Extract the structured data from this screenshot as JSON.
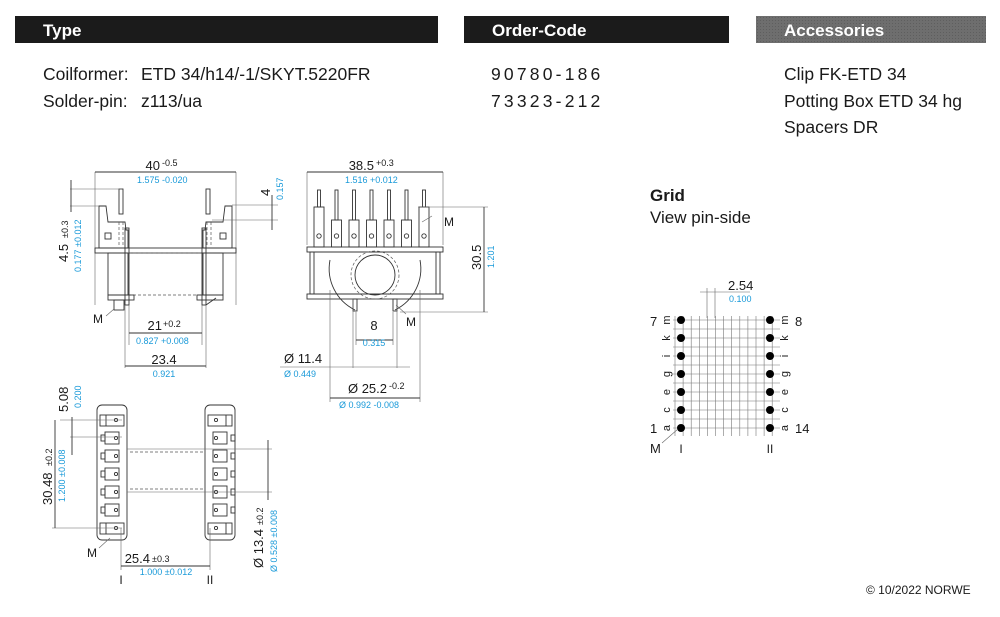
{
  "headers": {
    "type": "Type",
    "order_code": "Order-Code",
    "accessories": "Accessories"
  },
  "type_info": {
    "coilformer_label": "Coilformer:",
    "coilformer_value": "ETD 34/h14/-1/SKYT.5220FR",
    "solder_pin_label": "Solder-pin:",
    "solder_pin_value": "z113/ua"
  },
  "order_codes": [
    "90780-186",
    "73323-212"
  ],
  "accessories": [
    "Clip FK-ETD 34",
    "Potting Box ETD 34 hg",
    "Spacers DR"
  ],
  "grid": {
    "title": "Grid",
    "subtitle": "View pin-side",
    "pitch_mm": "2.54",
    "pitch_in": "0.100",
    "left_pin_top": "7",
    "left_pin_bottom": "1",
    "right_pin_top": "8",
    "right_pin_bottom": "14",
    "row_letters": [
      "m",
      "k",
      "i",
      "g",
      "e",
      "c",
      "a"
    ],
    "marker": "M",
    "side_left": "I",
    "side_right": "II"
  },
  "dimensions": {
    "width_40": {
      "mm": "40",
      "mm_tol": "-0.5",
      "in": "1.575 -0.020"
    },
    "pin_4": {
      "mm": "4",
      "in": "0.157"
    },
    "h_4_5": {
      "mm": "4.5",
      "mm_tol": "±0.3",
      "in": "0.177 ±0.012"
    },
    "inner_21": {
      "mm": "21",
      "mm_tol": "+0.2",
      "in": "0.827 +0.008"
    },
    "span_23_4": {
      "mm": "23.4",
      "in": "0.921"
    },
    "width_38_5": {
      "mm": "38.5",
      "mm_tol": "+0.3",
      "in": "1.516 +0.012"
    },
    "height_30_5": {
      "mm": "30.5",
      "in": "1.201"
    },
    "gap_8": {
      "mm": "8",
      "in": "0.315"
    },
    "dia_11_4": {
      "mm": "Ø 11.4",
      "in": "Ø 0.449"
    },
    "dia_25_2": {
      "mm": "Ø 25.2",
      "mm_tol": "-0.2",
      "in": "Ø 0.992 -0.008"
    },
    "pitch_5_08": {
      "mm": "5.08",
      "in": "0.200"
    },
    "rows_30_48": {
      "mm": "30.48",
      "mm_tol": "±0.2",
      "in": "1.200 ±0.008"
    },
    "dia_13_4": {
      "mm": "Ø 13.4",
      "mm_tol": "±0.2",
      "in": "Ø 0.528 ±0.008"
    },
    "pins_25_4": {
      "mm": "25.4",
      "mm_tol": "±0.3",
      "in": "1.000 ±0.012"
    }
  },
  "labels": {
    "marker": "M",
    "side_left": "I",
    "side_right": "II"
  },
  "copyright": "© 10/2022 NORWE"
}
